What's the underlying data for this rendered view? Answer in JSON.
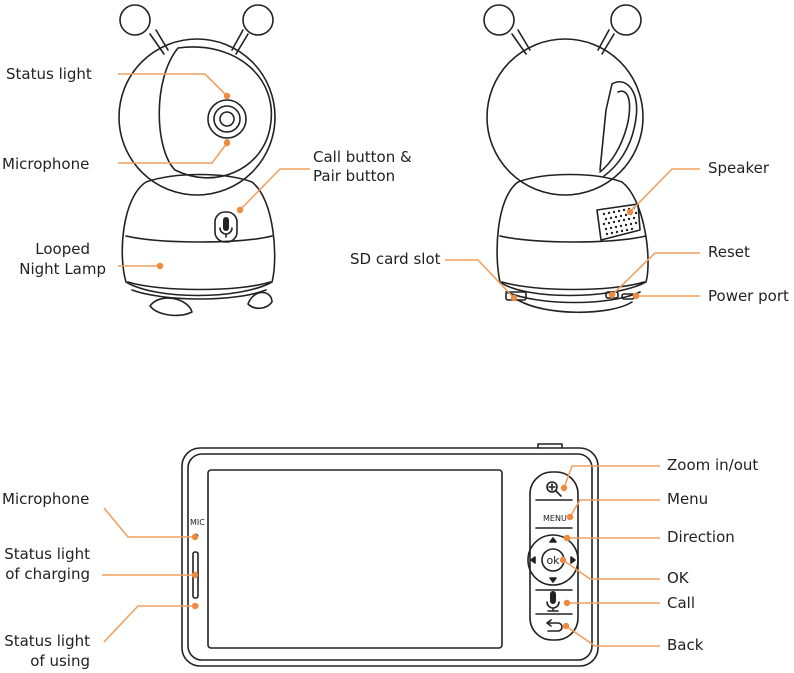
{
  "colors": {
    "line": "#f0a060",
    "dot": "#f08a3e",
    "outline": "#222222"
  },
  "front_camera": {
    "status_light": "Status light",
    "microphone": "Microphone",
    "call_button": [
      "Call button &",
      "Pair button"
    ],
    "night_lamp": [
      "Looped",
      "Night Lamp"
    ]
  },
  "back_camera": {
    "speaker": "Speaker",
    "sd_card_slot": "SD card slot",
    "reset": "Reset",
    "power_port": "Power port"
  },
  "monitor": {
    "mic_text": "MIC",
    "menu_text": "MENU",
    "ok_text": "ok",
    "microphone": "Microphone",
    "status_charging": [
      "Status light",
      "of charging"
    ],
    "status_using": [
      "Status light",
      "of using"
    ],
    "zoom": "Zoom in/out",
    "menu": "Menu",
    "direction": "Direction",
    "ok": "OK",
    "call": "Call",
    "back": "Back"
  },
  "icons": [
    "microphone-icon",
    "zoom-icon",
    "back-arrow-icon",
    "arrow-up-icon",
    "arrow-down-icon",
    "arrow-left-icon",
    "arrow-right-icon"
  ]
}
